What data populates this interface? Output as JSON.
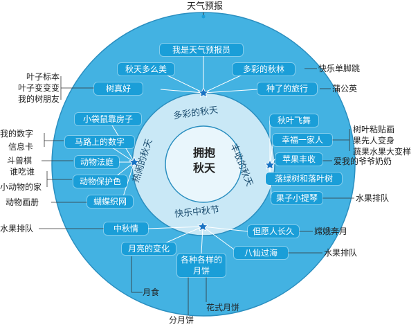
{
  "title": "天气预报",
  "center": {
    "line1": "拥抱",
    "line2": "秋天"
  },
  "ring": {
    "top": "多彩的秋天",
    "right": "丰收的秋天",
    "bottom": "快乐中秋节",
    "left": "热闹的秋天"
  },
  "top_group": {
    "boxes": [
      "我是天气预报员",
      "秋天多么美",
      "多彩的秋林",
      "树真好",
      "种了的旅行"
    ],
    "external": {
      "left": [
        "叶子标本",
        "叶子变变变",
        "我的树朋友"
      ],
      "right_a": "快乐单脚跳",
      "right_b": "蒲公英"
    }
  },
  "left_group": {
    "boxes": [
      "小袋鼠靠房子",
      "马路上的数字",
      "动物法庭",
      "动物保护色",
      "蝴蝶织网"
    ],
    "external": {
      "a": "我的数字",
      "b": "信息卡",
      "c": "斗兽棋",
      "d": "谁吃谁",
      "e": "小动物的家",
      "f": "动物画册"
    }
  },
  "right_group": {
    "boxes": [
      "秋叶飞舞",
      "幸福一家人",
      "苹果丰收",
      "落绿树和落叶树",
      "果子小提琴"
    ],
    "external": {
      "a": "树叶粘贴画",
      "b": "果先人变身",
      "c": "蔬果水果大变样",
      "d": "爱我的爷爷奶奶",
      "e": "水果排队"
    }
  },
  "bottom_group": {
    "boxes": [
      "中秋情",
      "但愿人长久",
      "月亮的变化",
      "八仙过海",
      "各种各样的月饼"
    ],
    "external": {
      "a": "水果排队",
      "b": "嫦娥奔月",
      "c": "水果排队",
      "d": "月食",
      "e": "分月饼",
      "f": "花式月饼"
    }
  },
  "colors": {
    "outer_fill": "#43b2e2",
    "mid_fill": "#c9e8f6",
    "inner_fill": "#e9f6fc",
    "box": "#1a9ed8",
    "star": "#1a74c4",
    "line": "#333333"
  }
}
